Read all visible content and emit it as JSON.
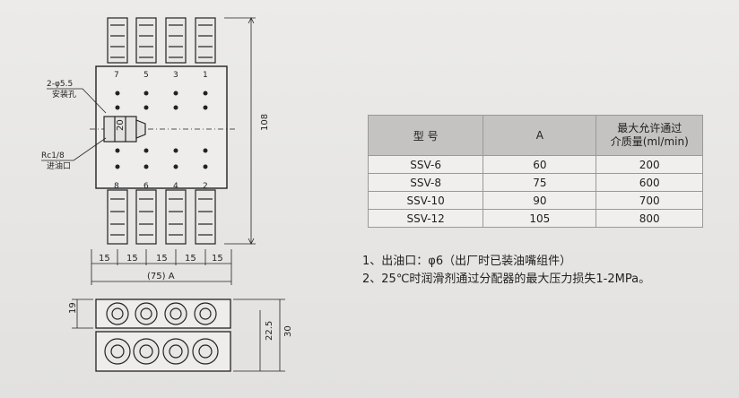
{
  "drawing": {
    "mount_hole_label": "2-φ5.5",
    "mount_hole_sub": "安装孔",
    "inlet_label": "Rc1/8",
    "inlet_sub": "进油口",
    "dim_20": "20",
    "dim_108": "108",
    "dim_15": "15",
    "dim_75A": "(75) A",
    "dim_19": "19",
    "dim_22_5": "22.5",
    "dim_30": "30",
    "top_port_numbers": [
      "7",
      "5",
      "3",
      "1"
    ],
    "bottom_port_numbers": [
      "8",
      "6",
      "4",
      "2"
    ]
  },
  "table": {
    "header": {
      "model": "型  号",
      "a": "A",
      "flow_line1": "最大允许通过",
      "flow_line2": "介质量(ml/min)"
    },
    "rows": [
      {
        "model": "SSV-6",
        "a": "60",
        "flow": "200"
      },
      {
        "model": "SSV-8",
        "a": "75",
        "flow": "600"
      },
      {
        "model": "SSV-10",
        "a": "90",
        "flow": "700"
      },
      {
        "model": "SSV-12",
        "a": "105",
        "flow": "800"
      }
    ]
  },
  "notes": [
    "1、出油口：φ6（出厂时已装油嘴组件）",
    "2、25℃时润滑剂通过分配器的最大压力损失1-2MPa。"
  ]
}
